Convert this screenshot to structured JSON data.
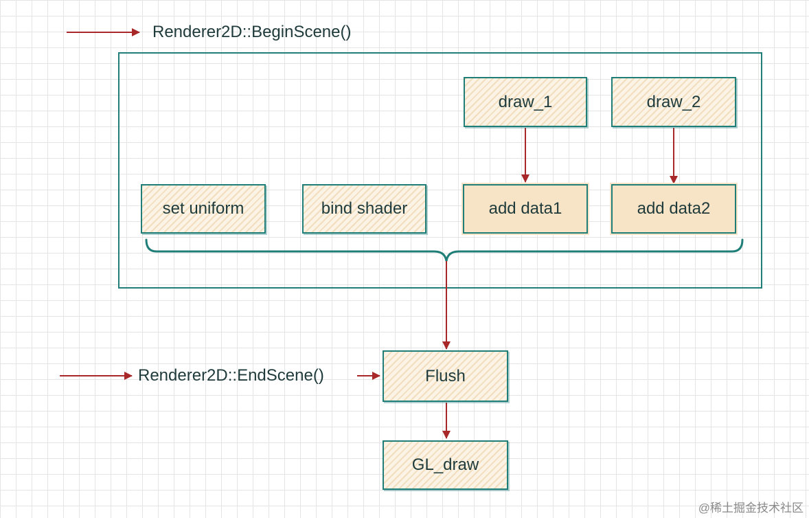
{
  "labels": {
    "begin_scene": "Renderer2D::BeginScene()",
    "end_scene": "Renderer2D::EndScene()"
  },
  "boxes": {
    "draw_1": "draw_1",
    "draw_2": "draw_2",
    "set_uniform": "set uniform",
    "bind_shader": "bind shader",
    "add_data1": "add data1",
    "add_data2": "add data2",
    "flush": "Flush",
    "gl_draw": "GL_draw"
  },
  "watermark": "@稀土掘金技术社区",
  "colors": {
    "arrow": "#a8282a",
    "outline": "#1f7e78",
    "text": "#1f3a3a",
    "hatch_fill": "#fbf4e6",
    "solid_fill": "#f7e3c6"
  }
}
